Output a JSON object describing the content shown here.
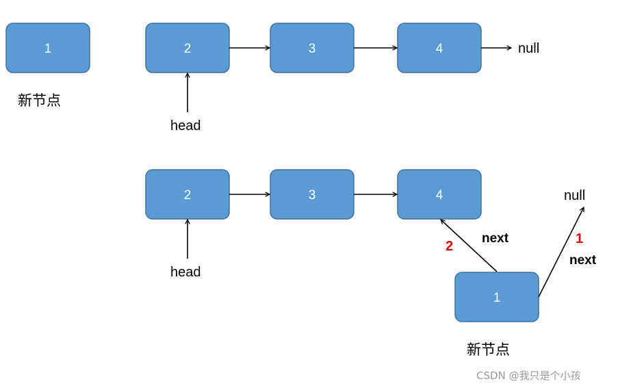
{
  "colors": {
    "node_fill": "#5b9bd5",
    "node_stroke": "#41719c",
    "step_number": "#e00000"
  },
  "top": {
    "new_node": {
      "value": "1",
      "caption": "新节点"
    },
    "list": [
      "2",
      "3",
      "4"
    ],
    "terminator": "null",
    "head_label": "head"
  },
  "bottom": {
    "list": [
      "2",
      "3",
      "4"
    ],
    "head_label": "head",
    "new_node": {
      "value": "1",
      "caption": "新节点"
    },
    "null_label": "null",
    "step_1": {
      "number": "1",
      "label": "next"
    },
    "step_2": {
      "number": "2",
      "label": "next"
    }
  },
  "watermark": "CSDN @我只是个小孩"
}
